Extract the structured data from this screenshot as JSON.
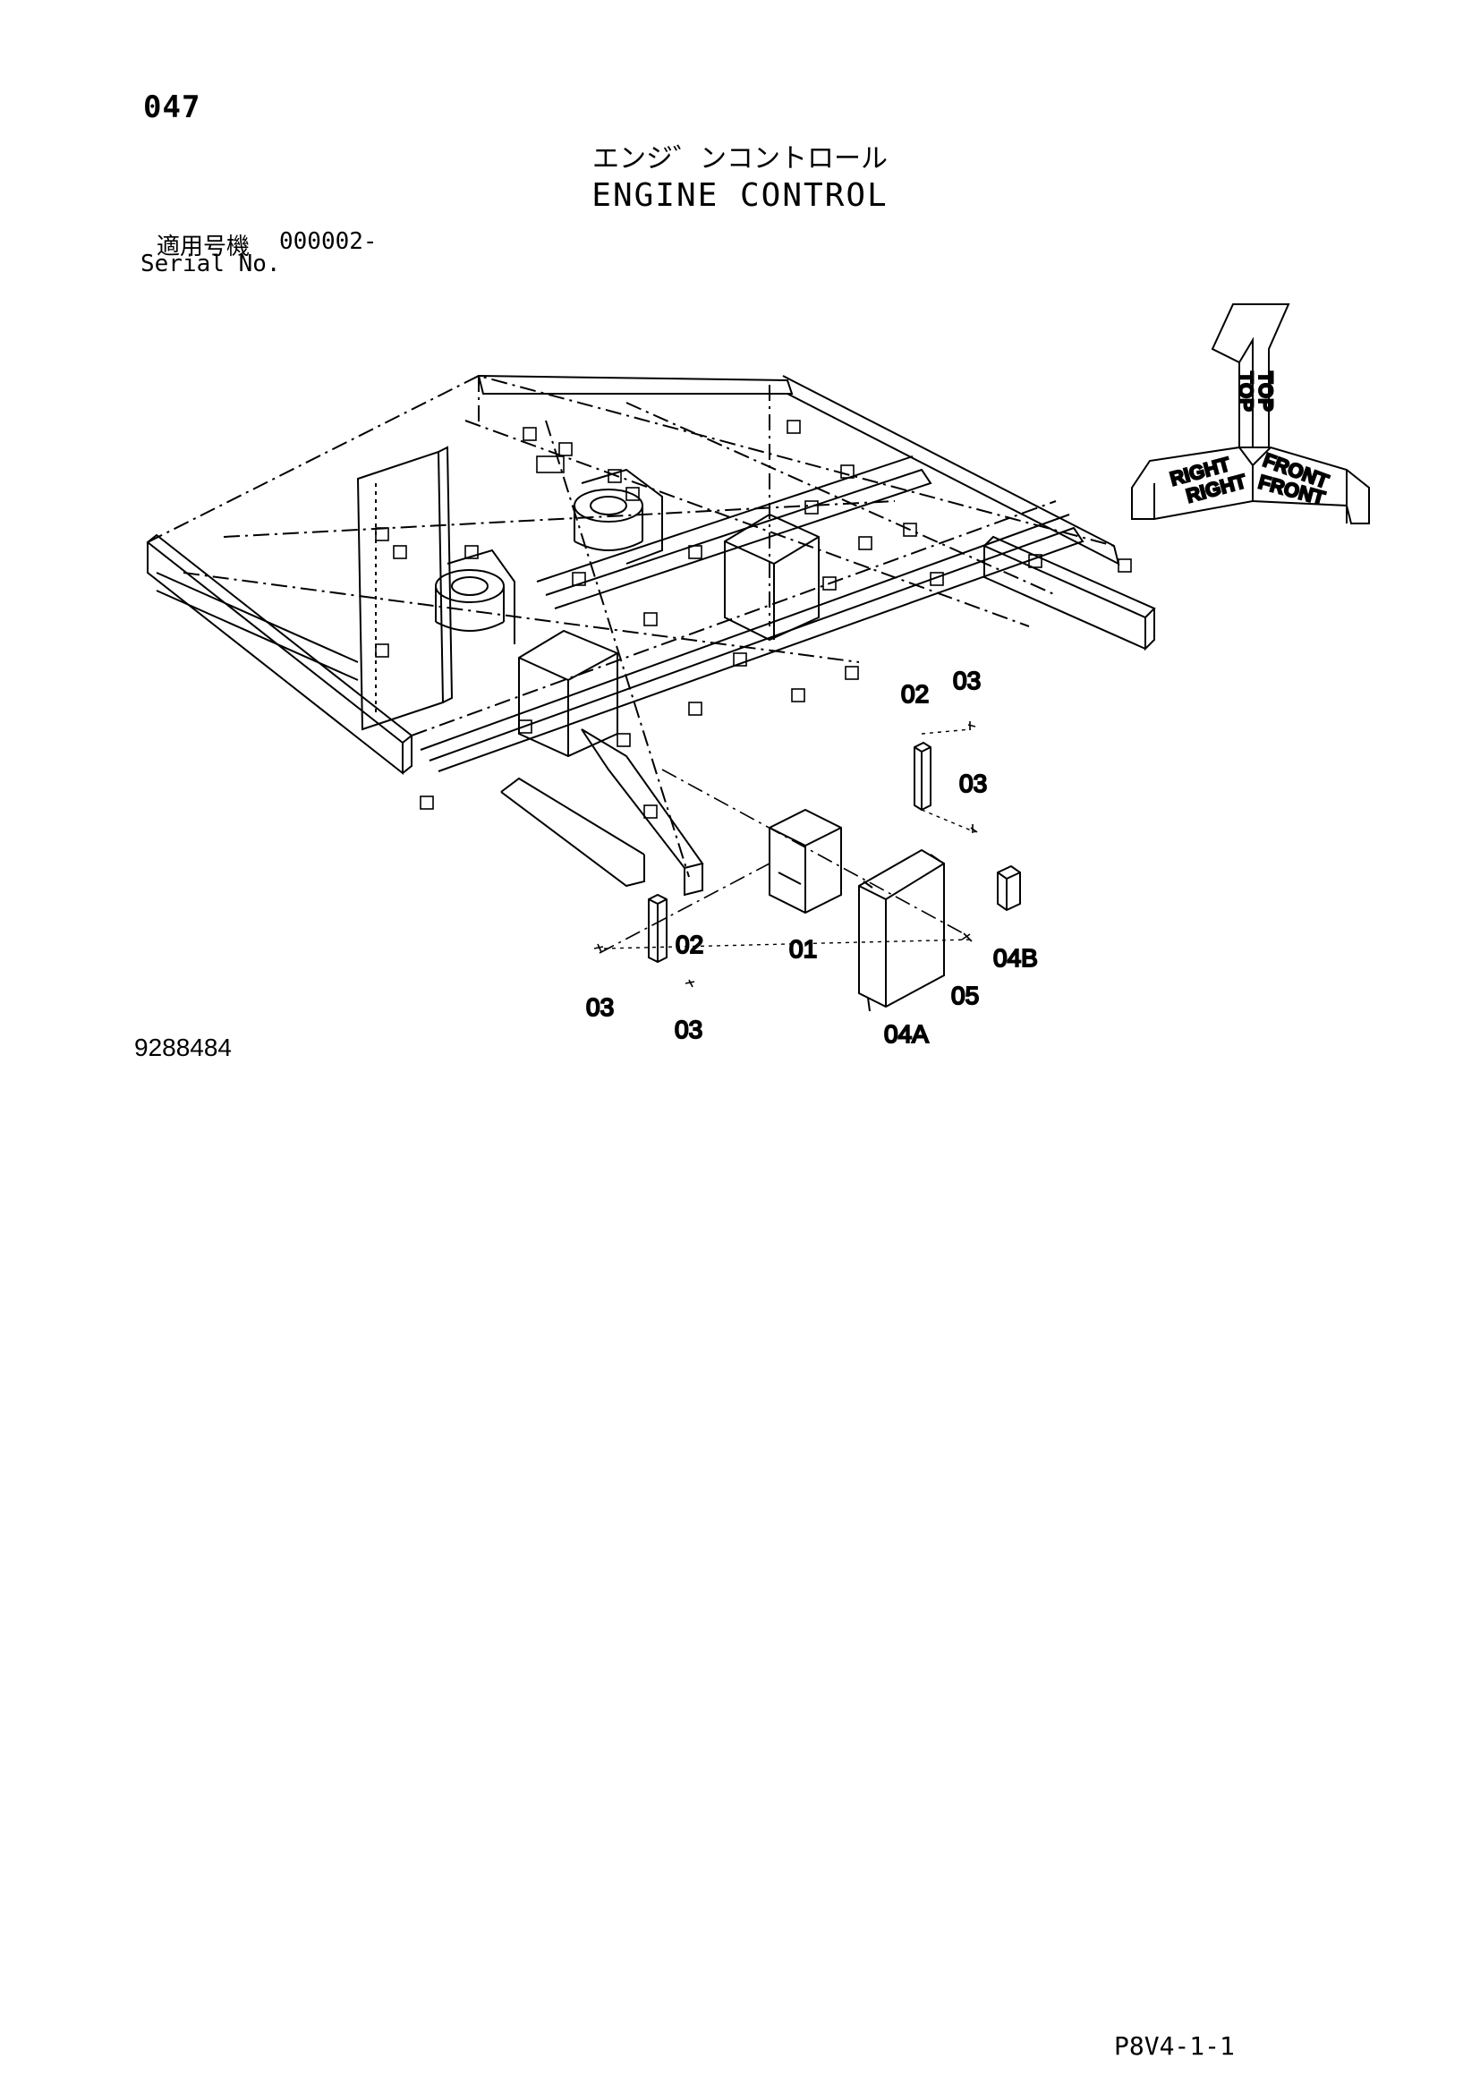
{
  "header": {
    "page_number": "047",
    "title_jp": "エンジ゛ンコントロール",
    "title_en": "ENGINE CONTROL"
  },
  "serial": {
    "label_jp": "適用号機",
    "value": "000002-",
    "label_en": "Serial No."
  },
  "orientation": {
    "top": "TOP",
    "right": "RIGHT",
    "front": "FRONT"
  },
  "callouts": {
    "c01": "01",
    "c02_upper": "02",
    "c02_lower": "02",
    "c03_a": "03",
    "c03_b": "03",
    "c03_c": "03",
    "c03_d": "03",
    "c04A": "04A",
    "c04B": "04B",
    "c05": "05"
  },
  "footer": {
    "drawing_number": "9288484",
    "sheet_number": "P8V4-1-1"
  }
}
